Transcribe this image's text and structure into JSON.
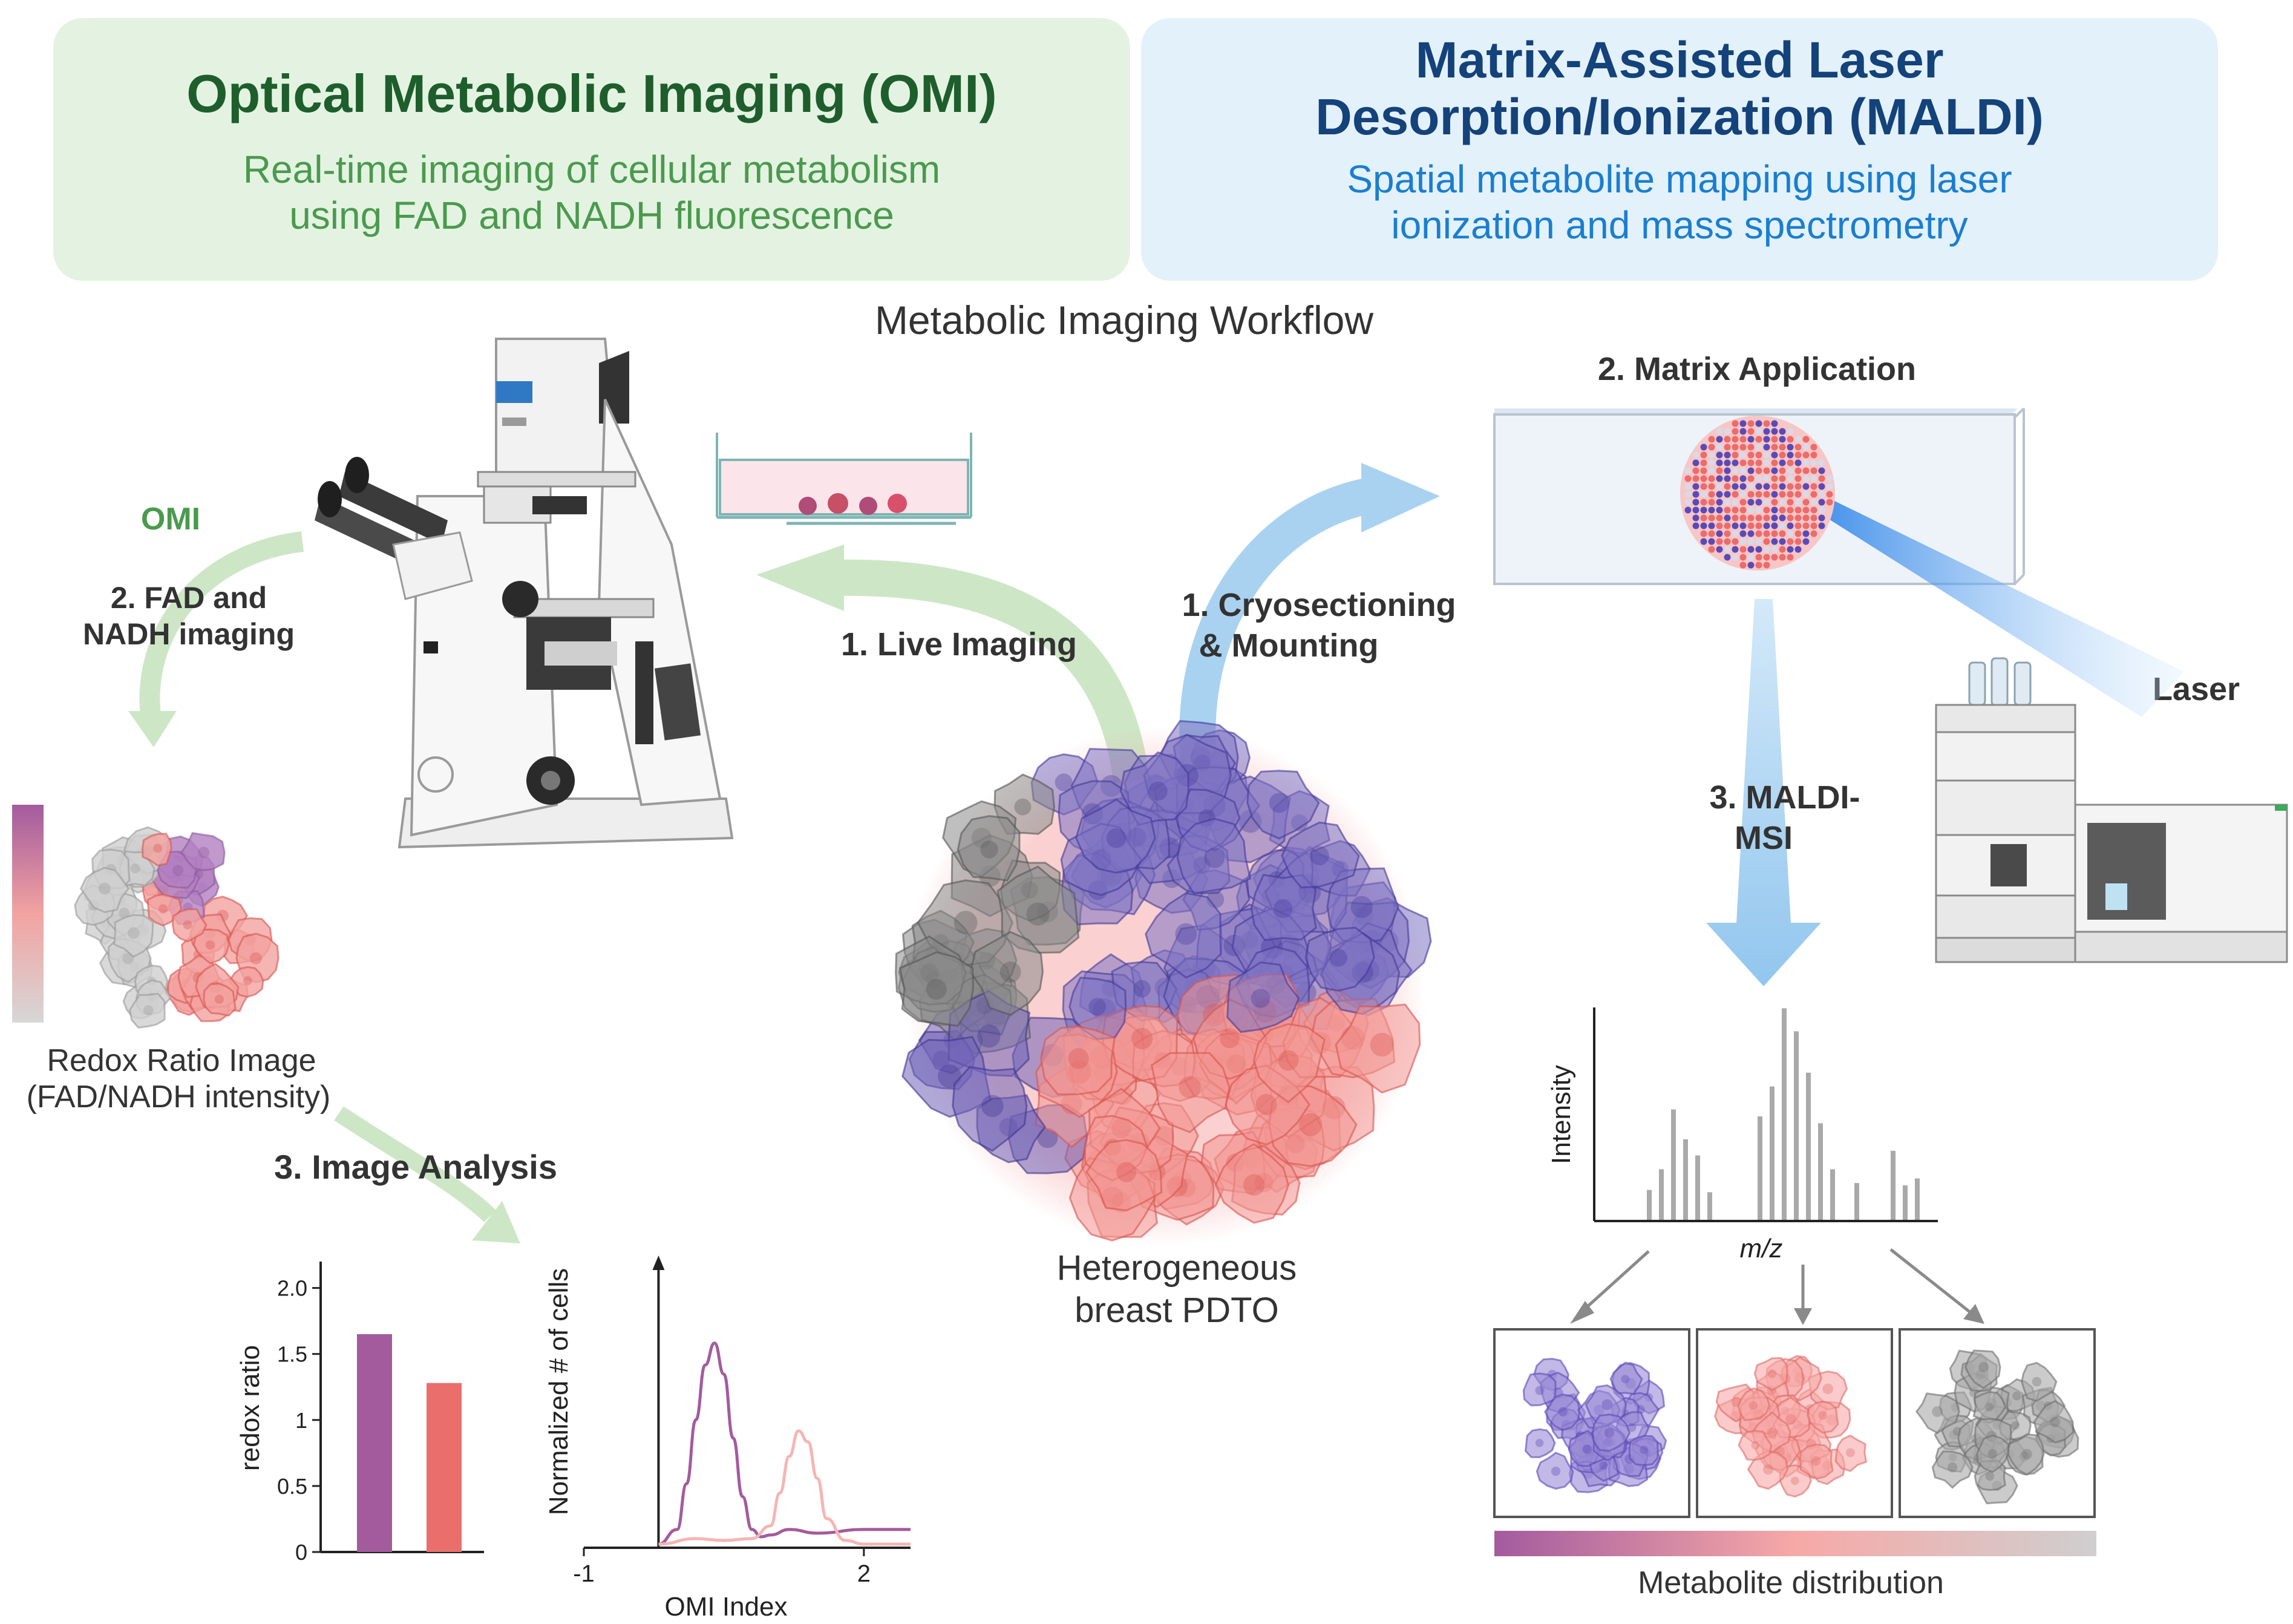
{
  "header": {
    "omi": {
      "title": "Optical Metabolic Imaging (OMI)",
      "subtitle_line1": "Real-time imaging of cellular metabolism",
      "subtitle_line2": "using FAD and NADH fluorescence"
    },
    "maldi": {
      "title_line1": "Matrix-Assisted Laser",
      "title_line2": "Desorption/Ionization (MALDI)",
      "subtitle_line1": "Spatial metabolite mapping using laser",
      "subtitle_line2": "ionization and mass spectrometry"
    }
  },
  "workflow_title": "Metabolic Imaging Workflow",
  "omi_steps": {
    "tag": "OMI",
    "step2_line1": "2. FAD and",
    "step2_line2": "NADH imaging",
    "redox_caption_line1": "Redox Ratio Image",
    "redox_caption_line2": "(FAD/NADH intensity)",
    "step3": "3. Image Analysis"
  },
  "center": {
    "live_imaging": "1.  Live Imaging",
    "cryo_line1": "1.  Cryosectioning",
    "cryo_line2": "& Mounting",
    "pdto_line1": "Heterogeneous",
    "pdto_line2": "breast PDTO"
  },
  "maldi_steps": {
    "matrix_application": "2. Matrix Application",
    "laser": "Laser",
    "msi_line1": "3. MALDI-",
    "msi_line2": "MSI",
    "spectrum_ylabel": "Intensity",
    "spectrum_xlabel": "m/z",
    "metabolite_distribution": "Metabolite distribution"
  },
  "colors": {
    "omi_green_dark": "#1e5e2c",
    "omi_green": "#4a9a4e",
    "omi_bg": "#e4f3e1",
    "maldi_blue_dark": "#14427a",
    "maldi_blue": "#1a7ed0",
    "maldi_bg": "#e3f1fb",
    "purple": "#a35b9e",
    "salmon": "#ea6f6c",
    "pink": "#f5b5b3",
    "gray": "#c8c8c8"
  },
  "chart_data": [
    {
      "type": "bar",
      "categories": [
        "",
        ""
      ],
      "values": [
        1.65,
        1.28
      ],
      "colors": [
        "#a35b9e",
        "#ea6f6c"
      ],
      "ylabel": "redox ratio",
      "yticks": [
        "2.0",
        "1.5",
        "1",
        "0.5",
        "0"
      ],
      "ylim": [
        0,
        2.2
      ]
    },
    {
      "type": "line",
      "xlabel": "OMI Index",
      "ylabel": "Normalized # of cells",
      "xticks": [
        "-1",
        "2"
      ],
      "xtick_values": [
        -1,
        2
      ],
      "xlim": [
        -1,
        2.5
      ],
      "ylim": [
        0,
        1.5
      ],
      "series": [
        {
          "color": "#a35b9e",
          "x": [
            -0.2,
            0,
            0.1,
            0.2,
            0.3,
            0.4,
            0.5,
            0.6,
            0.7,
            0.8,
            0.9,
            1.0,
            1.2,
            1.5,
            2.0,
            2.5
          ],
          "y": [
            0.02,
            0.1,
            0.35,
            0.7,
            1.0,
            1.12,
            0.95,
            0.6,
            0.28,
            0.1,
            0.06,
            0.07,
            0.1,
            0.08,
            0.1,
            0.1
          ]
        },
        {
          "color": "#f5b5b3",
          "x": [
            -0.2,
            0.2,
            0.5,
            0.8,
            1.0,
            1.1,
            1.2,
            1.3,
            1.4,
            1.5,
            1.6,
            1.8,
            2.0,
            2.5
          ],
          "y": [
            0.02,
            0.05,
            0.04,
            0.05,
            0.12,
            0.3,
            0.5,
            0.64,
            0.58,
            0.38,
            0.16,
            0.04,
            0.02,
            0.02
          ]
        }
      ]
    },
    {
      "type": "bar",
      "xlabel": "m/z",
      "ylabel": "Intensity",
      "values": [
        0.13,
        0.22,
        0.48,
        0.35,
        0.28,
        0.12,
        0.45,
        0.58,
        0.92,
        0.82,
        0.64,
        0.42,
        0.22,
        0.16,
        0.3,
        0.15,
        0.18
      ]
    }
  ]
}
